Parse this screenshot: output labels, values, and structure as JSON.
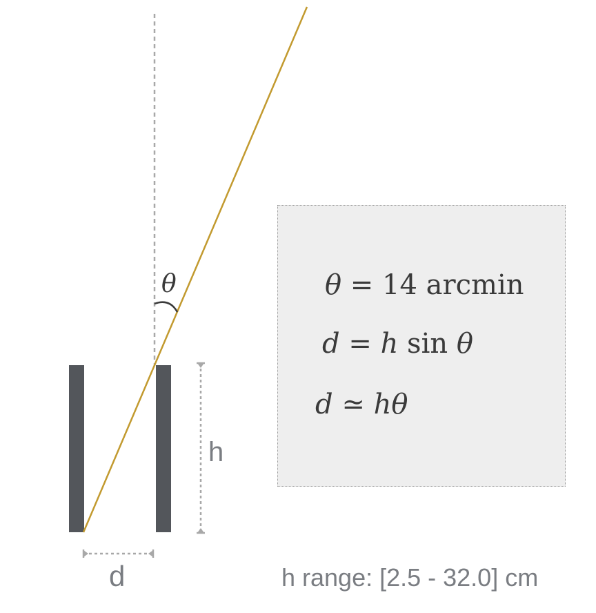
{
  "labels": {
    "theta_symbol": "θ",
    "height_symbol": "h",
    "spacing_symbol": "d"
  },
  "equations": {
    "line1": {
      "lhs": "θ",
      "op": " = ",
      "rhs": "14 arcmin"
    },
    "line2": {
      "lhs": "d",
      "op": " = ",
      "rhs_var": "h",
      "rhs_fn": " sin ",
      "rhs_arg": "θ"
    },
    "line3": {
      "lhs": "d",
      "op": " ≃ ",
      "rhs": "hθ"
    }
  },
  "range_note": "h range: [2.5 - 32.0] cm",
  "colors": {
    "plate": "#53565b",
    "ray": "#c29a2f",
    "dashed_guide": "#a8a8a8",
    "text_gray": "#7a7d82",
    "box_fill": "#eeeeee"
  }
}
